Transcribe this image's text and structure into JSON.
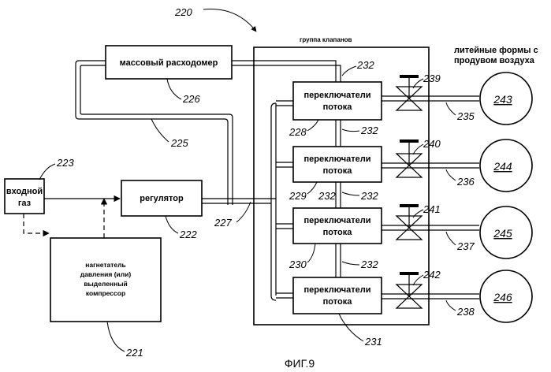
{
  "figure": {
    "number": "220",
    "caption": "ФИГ.9"
  },
  "blocks": {
    "mass_flow_meter": "массовый расходомер",
    "inlet_gas_1": "входной",
    "inlet_gas_2": "газ",
    "regulator": "регулятор",
    "blower_1": "нагнетатель",
    "blower_2": "давления (или)",
    "blower_3": "выделенный",
    "blower_4": "компрессор",
    "valve_group": "группа клапанов",
    "molds_title_1": "литейные формы с",
    "molds_title_2": "продувом воздуха"
  },
  "switches": [
    {
      "line1": "переключатели",
      "line2": "потока"
    },
    {
      "line1": "переключатели",
      "line2": "потока"
    },
    {
      "line1": "переключатели",
      "line2": "потока"
    },
    {
      "line1": "переключатели",
      "line2": "потока"
    }
  ],
  "molds": [
    "243",
    "244",
    "245",
    "246"
  ],
  "refs": {
    "r221": "221",
    "r222": "222",
    "r223": "223",
    "r225": "225",
    "r226": "226",
    "r227": "227",
    "r228": "228",
    "r229": "229",
    "r230": "230",
    "r231": "231",
    "r232a": "232",
    "r232b": "232",
    "r232c": "232",
    "r232d": "232",
    "r232e": "232",
    "r235": "235",
    "r236": "236",
    "r237": "237",
    "r238": "238",
    "r239": "239",
    "r240": "240",
    "r241": "241",
    "r242": "242"
  }
}
